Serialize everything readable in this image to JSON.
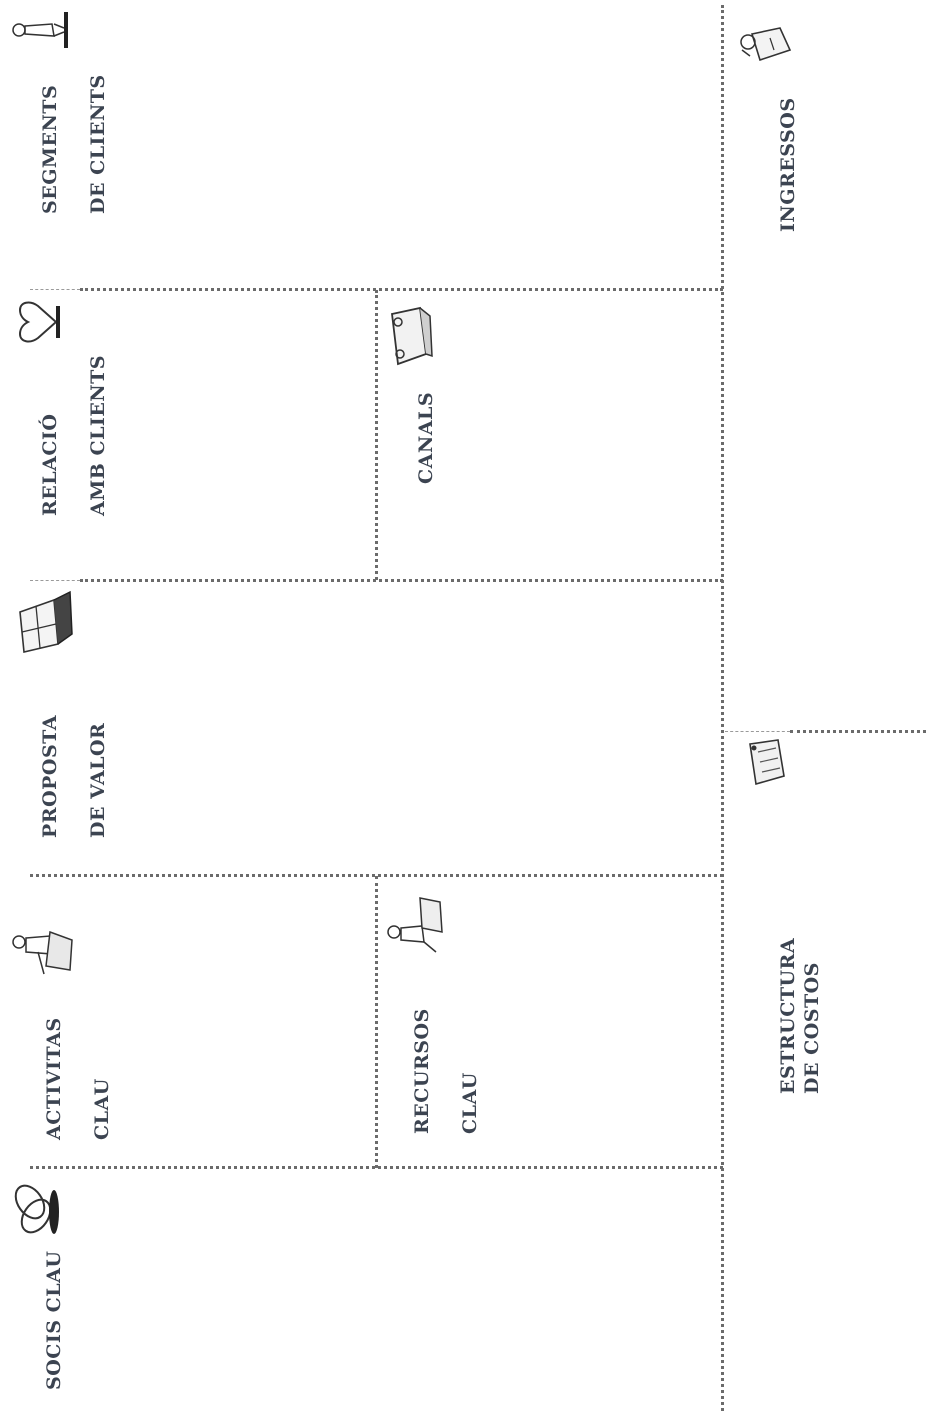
{
  "blocks": {
    "segments": {
      "line1": "SEGMENTS",
      "line2": "DE CLIENTS",
      "icon": "person-icon"
    },
    "relacio": {
      "line1": "RELACIÓ",
      "line2": "AMB CLIENTS",
      "icon": "heart-icon"
    },
    "canals": {
      "line1": "CANALS",
      "icon": "truck-icon"
    },
    "proposta": {
      "line1": "PROPOSTA",
      "line2": "DE VALOR",
      "icon": "gift-icon"
    },
    "activitats": {
      "line1": "ACTIVITAS",
      "line2": "CLAU",
      "icon": "worker-icon"
    },
    "recursos": {
      "line1": "RECURSOS",
      "line2": "CLAU",
      "icon": "carrier-icon"
    },
    "socis": {
      "line1": "SOCIS CLAU",
      "icon": "chain-icon"
    },
    "ingressos": {
      "line1": "INGRESSOS",
      "icon": "money-bag-icon"
    },
    "costos": {
      "line1": "ESTRUCTURA DE COSTOS",
      "icon": "price-tag-icon"
    }
  },
  "colors": {
    "text": "#3c4451",
    "border": "#6b6b6b"
  }
}
